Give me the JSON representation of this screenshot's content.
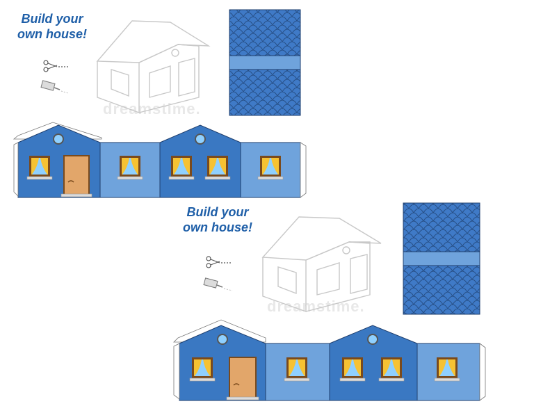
{
  "sheets": [
    {
      "title_line1": "Build your",
      "title_line2": "own house!",
      "watermark": "dreamstime."
    },
    {
      "title_line1": "Build your",
      "title_line2": "own house!",
      "watermark": "dreamstime."
    }
  ],
  "icons": [
    "scissors-icon",
    "glue-tube-icon"
  ],
  "colors": {
    "dark_wall": "#3a78c2",
    "light_wall": "#6fa3dc",
    "roof": "#3f7ac7",
    "window_frame": "#7a4a1c",
    "window_fill": "#f6c233",
    "door": "#e2a66a",
    "title": "#1f5fa8"
  }
}
